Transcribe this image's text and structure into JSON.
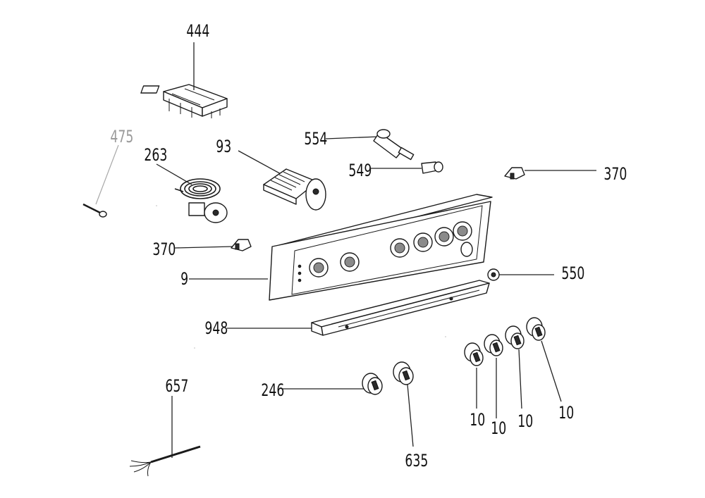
{
  "labels": {
    "l444": "444",
    "l475": "475",
    "l263": "263",
    "l93": "93",
    "l554": "554",
    "l549": "549",
    "l370a": "370",
    "l370b": "370",
    "l9": "9",
    "l550": "550",
    "l948": "948",
    "l657": "657",
    "l246": "246",
    "l635": "635",
    "l10a": "10",
    "l10b": "10",
    "l10c": "10",
    "l10d": "10"
  }
}
